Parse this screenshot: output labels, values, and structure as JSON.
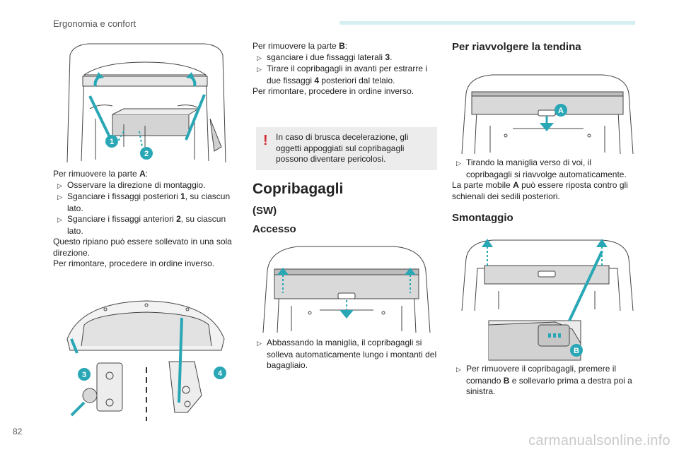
{
  "header": {
    "section_title": "Ergonomia e confort",
    "accent_color": "#d6eef1"
  },
  "page_number": "82",
  "watermark": "carmanualsonline.info",
  "col1": {
    "intro": "Per rimuovere la parte ",
    "intro_ref": "A",
    "intro_end": ":",
    "bullets": [
      {
        "pre": "Osservare la direzione di montaggio.",
        "ref": "",
        "post": ""
      },
      {
        "pre": "Sganciare i fissaggi posteriori ",
        "ref": "1",
        "post": ", su ciascun lato."
      },
      {
        "pre": "Sganciare i fissaggi anteriori ",
        "ref": "2",
        "post": ", su ciascun lato."
      }
    ],
    "note1": "Questo ripiano può essere sollevato in una sola direzione.",
    "note2": "Per rimontare, procedere in ordine inverso.",
    "callouts": {
      "one": "1",
      "two": "2",
      "three": "3",
      "four": "4"
    }
  },
  "col2": {
    "intro": "Per rimuovere la parte ",
    "intro_ref": "B",
    "intro_end": ":",
    "bullets": [
      {
        "pre": "sganciare i due fissaggi laterali ",
        "ref": "3",
        "post": "."
      },
      {
        "pre": "Tirare il copribagagli in avanti per estrarre i due fissaggi ",
        "ref": "4",
        "post": " posteriori dal telaio."
      }
    ],
    "note": "Per rimontare, procedere in ordine inverso.",
    "warning": "In caso di brusca decelerazione, gli oggetti appoggiati sul copribagagli possono diventare pericolosi.",
    "warning_color": "#d4272d",
    "heading": "Copribagagli",
    "subheading": "(SW)",
    "access_heading": "Accesso",
    "access_bullet": "Abbassando la maniglia, il copribagagli si solleva automaticamente lungo i montanti del bagagliaio."
  },
  "col3": {
    "heading": "Per riavvolgere la tendina",
    "bullet": {
      "pre": "Tirando la maniglia verso di voi, il copribagagli si riavvolge automaticamente."
    },
    "note_pre": "La parte mobile ",
    "note_ref": "A",
    "note_post": " può essere riposta contro gli schienali dei sedili posteriori.",
    "callout_a": "A",
    "smontaggio_heading": "Smontaggio",
    "smontaggio_bullet": {
      "pre": "Per rimuovere il copribagagli, premere il comando ",
      "ref": "B",
      "post": " e sollevarlo prima a destra poi a sinistra."
    },
    "callout_b": "B"
  },
  "colors": {
    "arrow_teal": "#29a7b5",
    "line": "#444444",
    "shade": "#bdbdbd"
  }
}
